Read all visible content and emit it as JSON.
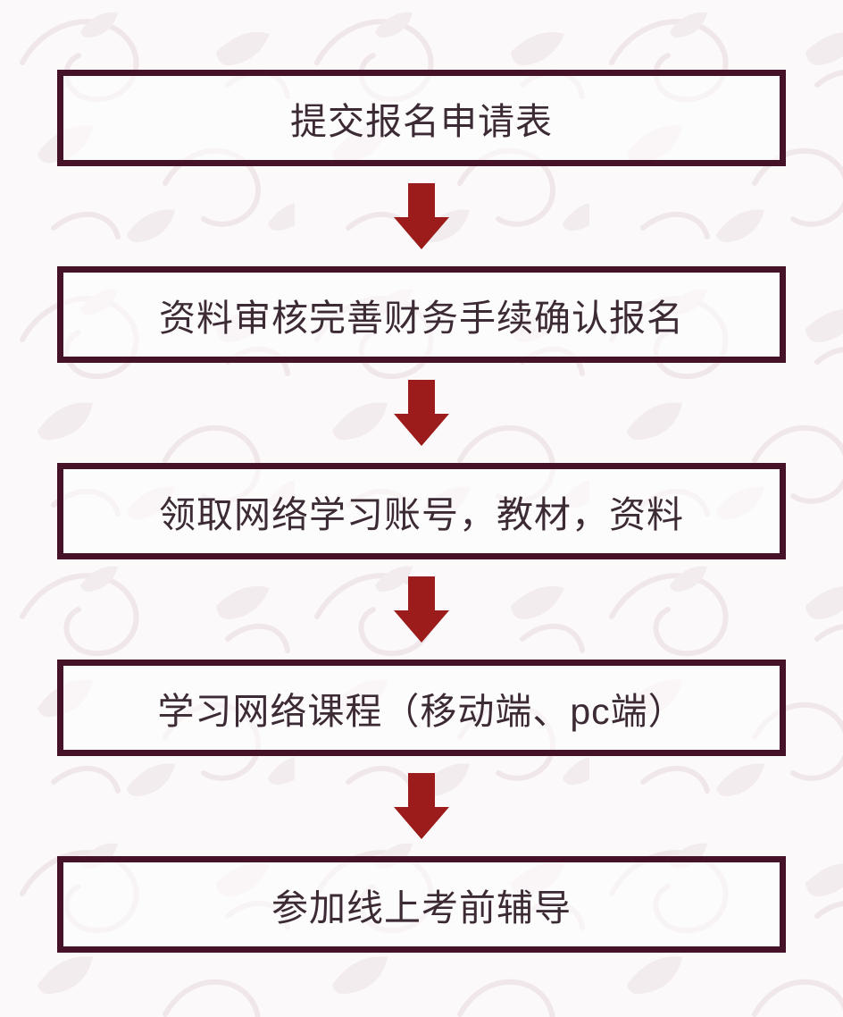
{
  "page": {
    "background_color": "#fbf9fa",
    "pattern_color": "#f0e7eb",
    "pattern_style": "faint-floral-vine-watermark"
  },
  "flow": {
    "type": "vertical-flowchart",
    "box_border_color": "#451228",
    "box_fill_color": "#ffffff",
    "arrow_color": "#9b1c1b",
    "text_color": "#3c2a34",
    "arrow_icon": "down-block-arrow",
    "steps": [
      {
        "label": "提交报名申请表"
      },
      {
        "label": "资料审核完善财务手续确认报名"
      },
      {
        "label": "领取网络学习账号，教材，资料"
      },
      {
        "label": "学习网络课程（移动端、pc端）"
      },
      {
        "label": "参加线上考前辅导"
      }
    ]
  }
}
